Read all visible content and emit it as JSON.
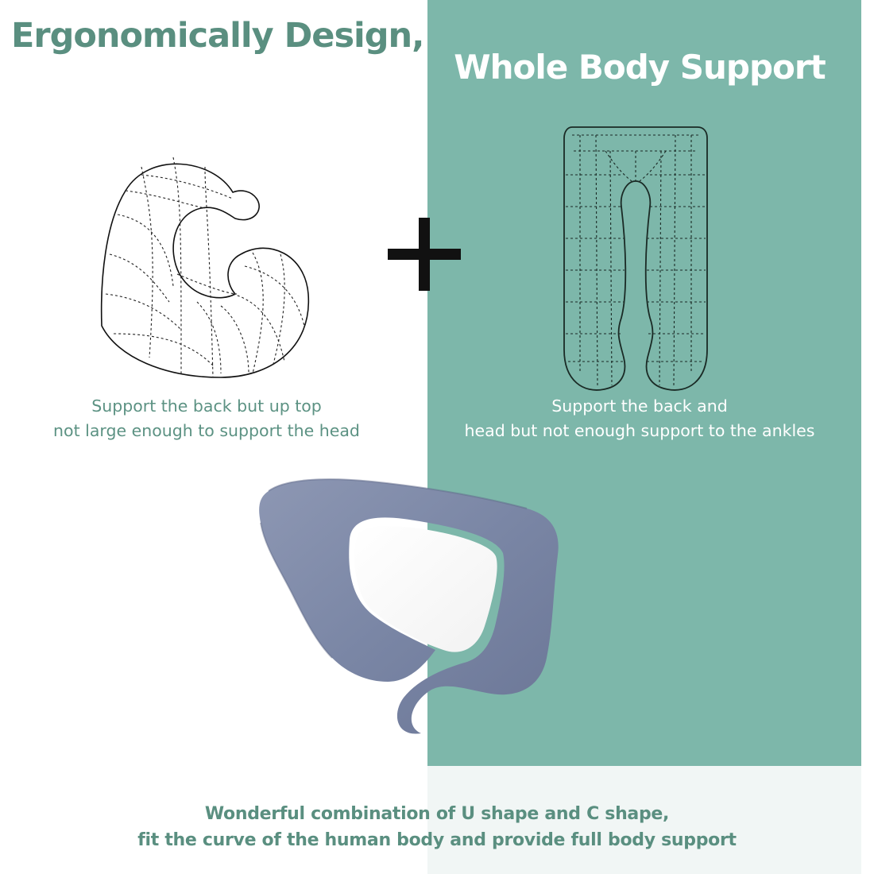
{
  "headings": {
    "left": "Ergonomically Design,",
    "right": "Whole Body Support"
  },
  "captions": {
    "c_shape": {
      "line1": "Support the back but up top",
      "line2": "not large enough to support the head"
    },
    "u_shape": {
      "line1": "Support the back and",
      "line2": "head but not enough support to the ankles"
    }
  },
  "footer": {
    "line1": "Wonderful combination of U shape and C shape,",
    "line2": "fit the curve of the human body and provide full body support"
  },
  "icons": {
    "plus": "plus-icon",
    "c_pillow": "c-shape-pillow-wireframe-icon",
    "u_pillow": "u-shape-pillow-wireframe-icon"
  },
  "colors": {
    "accent_teal": "#7db7aa",
    "heading_green": "#5a8f80",
    "pillow_blue": "#7b87a6"
  }
}
